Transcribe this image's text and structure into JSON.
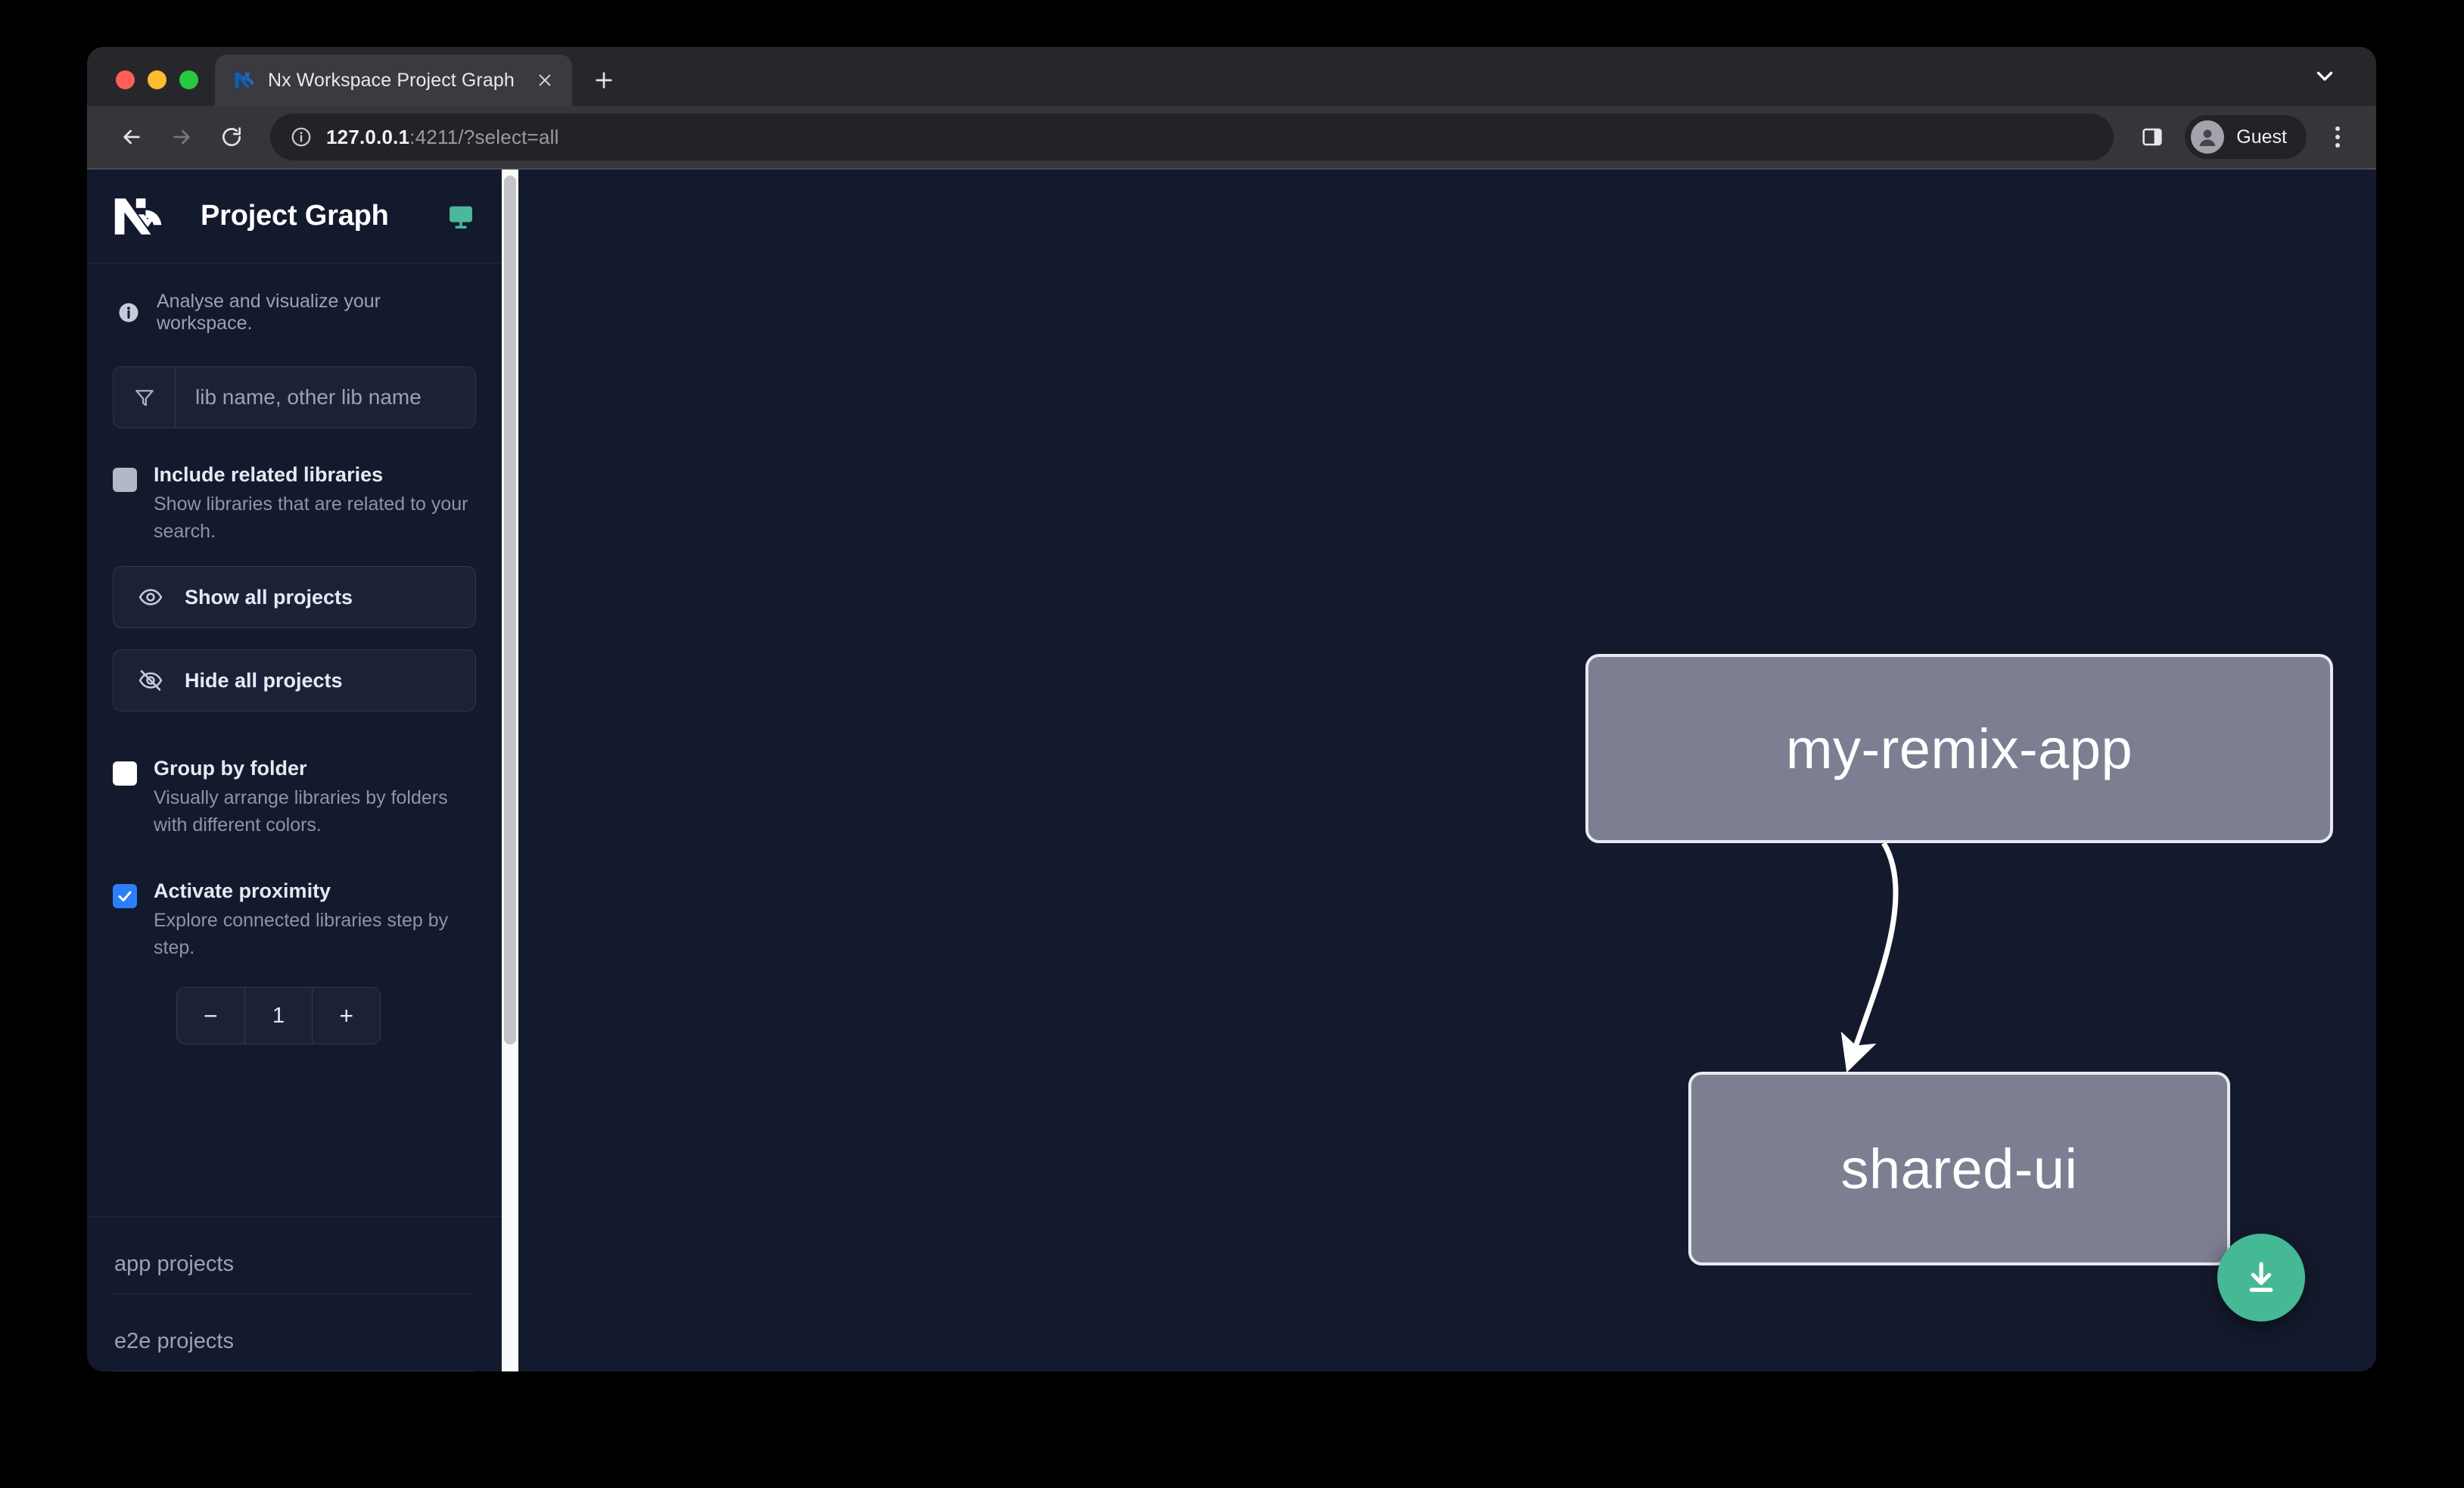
{
  "browser": {
    "tab": {
      "title": "Nx Workspace Project Graph",
      "favicon_icon": "nx-favicon-icon",
      "close_icon": "close-icon"
    },
    "new_tab_icon": "plus-icon",
    "tab_list_icon": "chevron-down-icon",
    "nav": {
      "back_icon": "arrow-left-icon",
      "forward_icon": "arrow-right-icon",
      "reload_icon": "reload-icon"
    },
    "omnibox": {
      "site_info_icon": "info-circle-icon",
      "url_host": "127.0.0.1",
      "url_rest": ":4211/?select=all"
    },
    "side_panel_icon": "side-panel-icon",
    "profile": {
      "name": "Guest",
      "avatar_icon": "person-icon"
    },
    "menu_icon": "three-dots-vertical-icon"
  },
  "sidebar": {
    "logo_icon": "nx-logo-icon",
    "title": "Project Graph",
    "monitor_icon": "monitor-icon",
    "info": {
      "icon": "info-icon",
      "text": "Analyse and visualize your workspace."
    },
    "filter": {
      "icon": "filter-funnel-icon",
      "placeholder": "lib name, other lib name",
      "value": ""
    },
    "options": [
      {
        "key": "include_related_libraries",
        "label": "Include related libraries",
        "description": "Show libraries that are related to your search.",
        "checked": false
      },
      {
        "key": "group_by_folder",
        "label": "Group by folder",
        "description": "Visually arrange libraries by folders with different colors.",
        "checked": false
      },
      {
        "key": "activate_proximity",
        "label": "Activate proximity",
        "description": "Explore connected libraries step by step.",
        "checked": true
      }
    ],
    "buttons": [
      {
        "key": "show_all",
        "label": "Show all projects",
        "icon": "eye-icon"
      },
      {
        "key": "hide_all",
        "label": "Hide all projects",
        "icon": "eye-slash-icon"
      }
    ],
    "proximity_stepper": {
      "decrement_label": "−",
      "value": "1",
      "increment_label": "+"
    },
    "sections": [
      {
        "key": "app_projects",
        "label": "app projects"
      },
      {
        "key": "e2e_projects",
        "label": "e2e projects"
      }
    ],
    "scrollbar": {
      "track_color": "#f9fafc",
      "thumb_color": "#c3c4c9"
    }
  },
  "graph": {
    "background_color": "#141a2e",
    "node_fill": "#7b7f91",
    "node_border": "#e9e9ef",
    "edge_color": "#ffffff",
    "nodes": [
      {
        "id": "my-remix-app",
        "label": "my-remix-app"
      },
      {
        "id": "shared-ui",
        "label": "shared-ui"
      }
    ],
    "edges": [
      {
        "from": "my-remix-app",
        "to": "shared-ui",
        "arrow": true
      }
    ],
    "download_button": {
      "icon": "download-icon",
      "color": "#45b995"
    }
  },
  "colors": {
    "accent_green": "#45b995",
    "accent_blue": "#2d7ff9",
    "sidebar_bg": "#131a2d",
    "canvas_bg": "#141a2e"
  }
}
